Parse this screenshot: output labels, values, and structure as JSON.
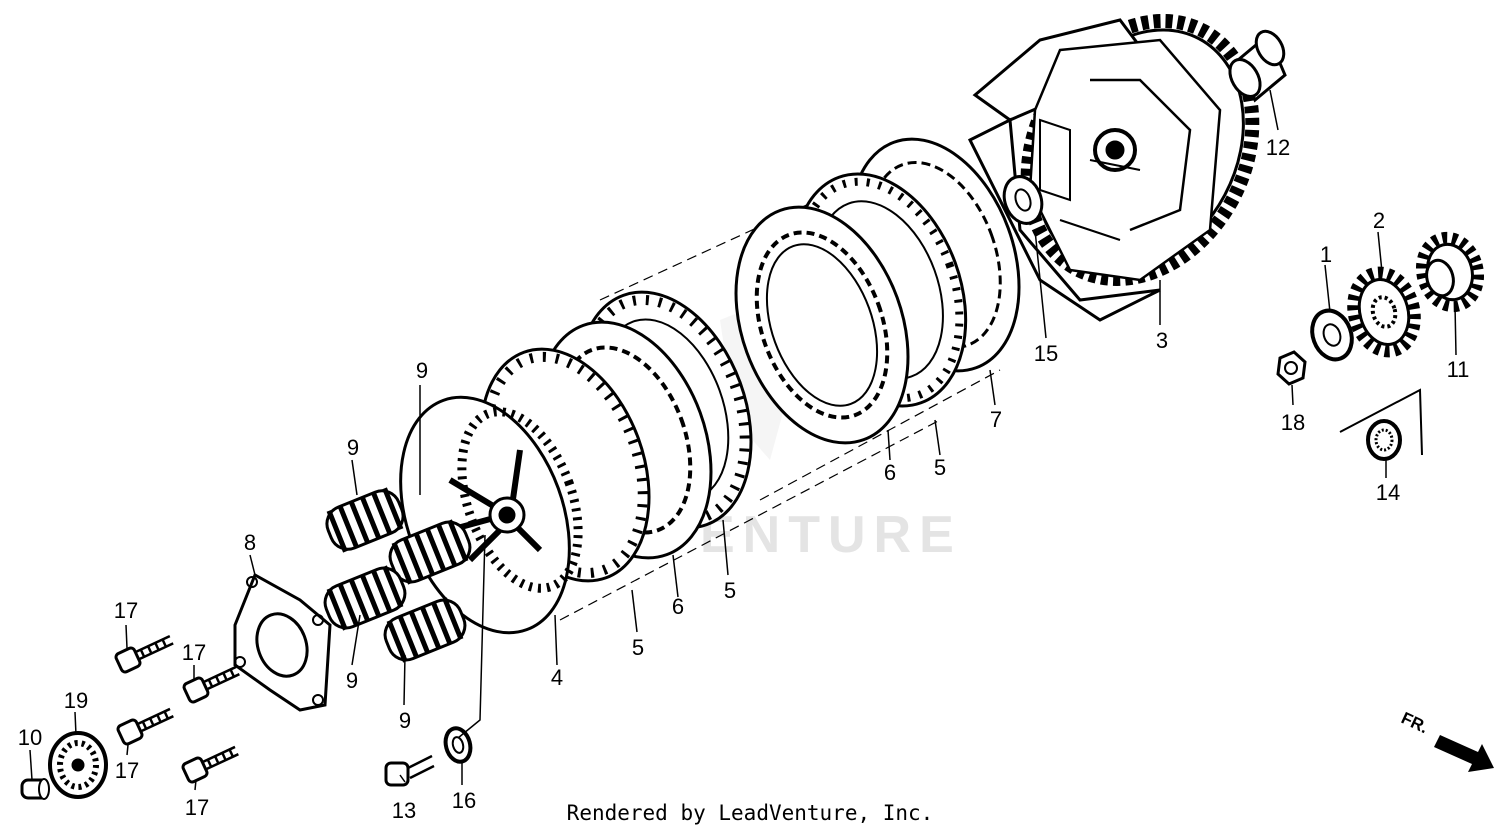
{
  "watermark": "ENTURE",
  "footer": "Rendered by LeadVenture, Inc.",
  "direction_arrow": "FR.",
  "callouts": [
    "1",
    "2",
    "3",
    "4",
    "5",
    "5",
    "5",
    "5",
    "6",
    "6",
    "7",
    "8",
    "9",
    "9",
    "9",
    "9",
    "10",
    "11",
    "12",
    "13",
    "14",
    "15",
    "16",
    "17",
    "17",
    "17",
    "17",
    "18",
    "19"
  ]
}
